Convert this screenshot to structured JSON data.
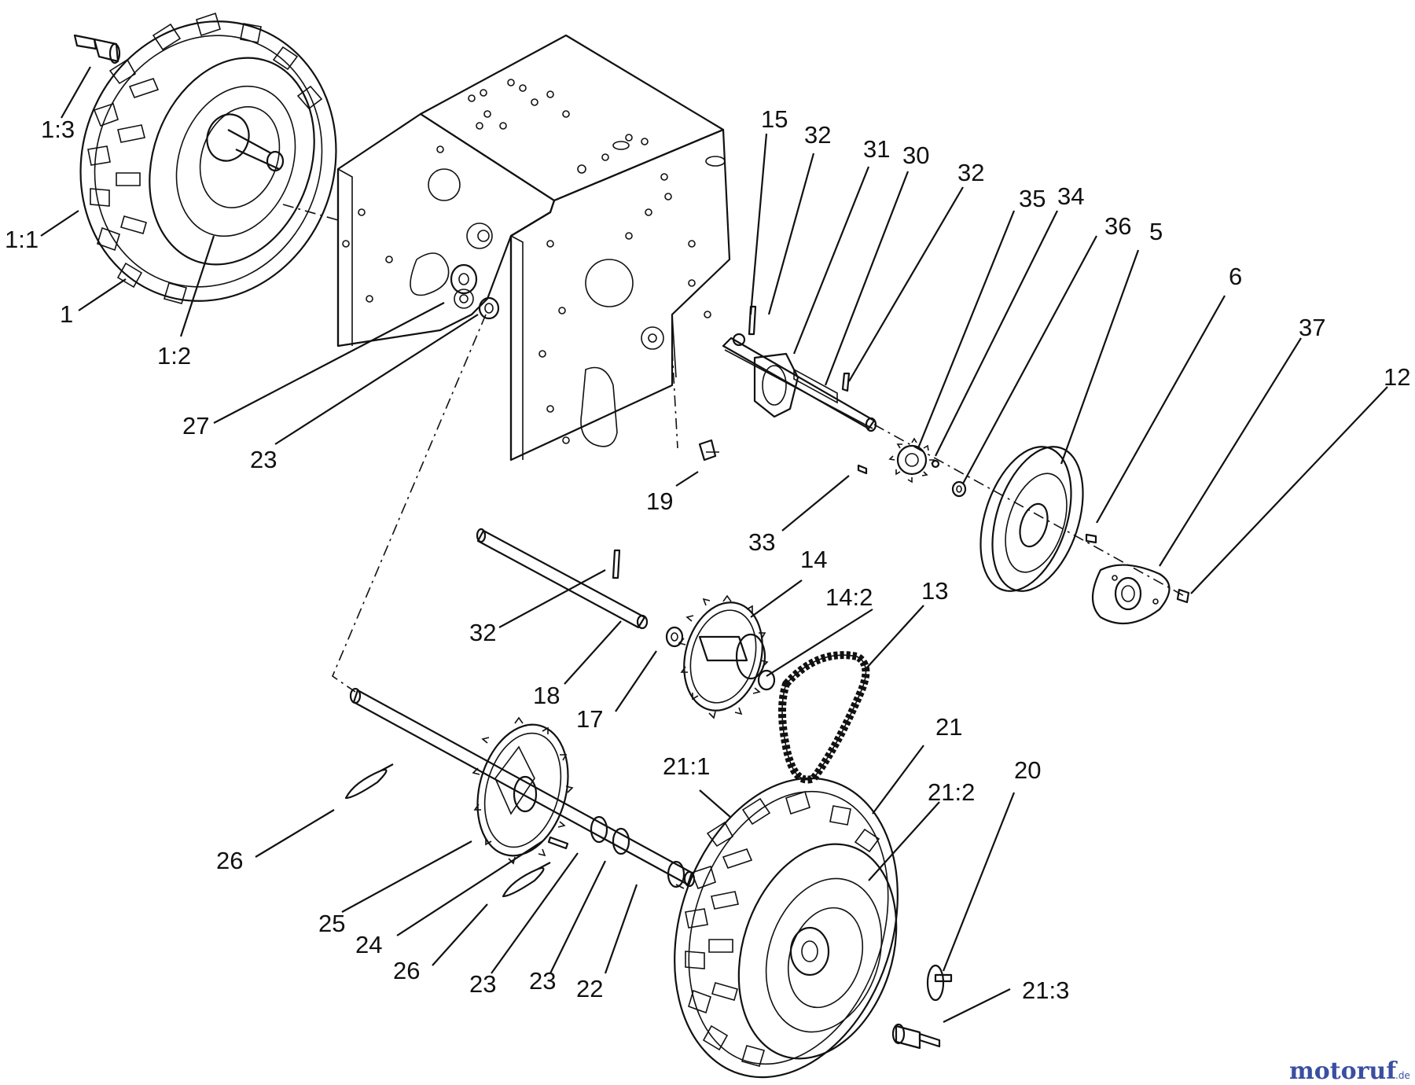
{
  "watermark": {
    "name": "motoruf",
    "suffix": ".de",
    "color_main": "#3a4fa0",
    "color_accent": "#d9921a"
  },
  "labels": {
    "l1_3": "1:3",
    "l1_1": "1:1",
    "l1": "1",
    "l1_2": "1:2",
    "l27": "27",
    "l23a": "23",
    "l19": "19",
    "l15": "15",
    "l32a": "32",
    "l31": "31",
    "l30": "30",
    "l32b": "32",
    "l35": "35",
    "l34": "34",
    "l36": "36",
    "l5": "5",
    "l6": "6",
    "l37": "37",
    "l12": "12",
    "l33": "33",
    "l14": "14",
    "l14_2": "14:2",
    "l13": "13",
    "l32c": "32",
    "l18": "18",
    "l17": "17",
    "l21": "21",
    "l21_1": "21:1",
    "l21_2": "21:2",
    "l20": "20",
    "l21_3": "21:3",
    "l26a": "26",
    "l25": "25",
    "l24": "24",
    "l26b": "26",
    "l23b": "23",
    "l23c": "23",
    "l22": "22"
  }
}
